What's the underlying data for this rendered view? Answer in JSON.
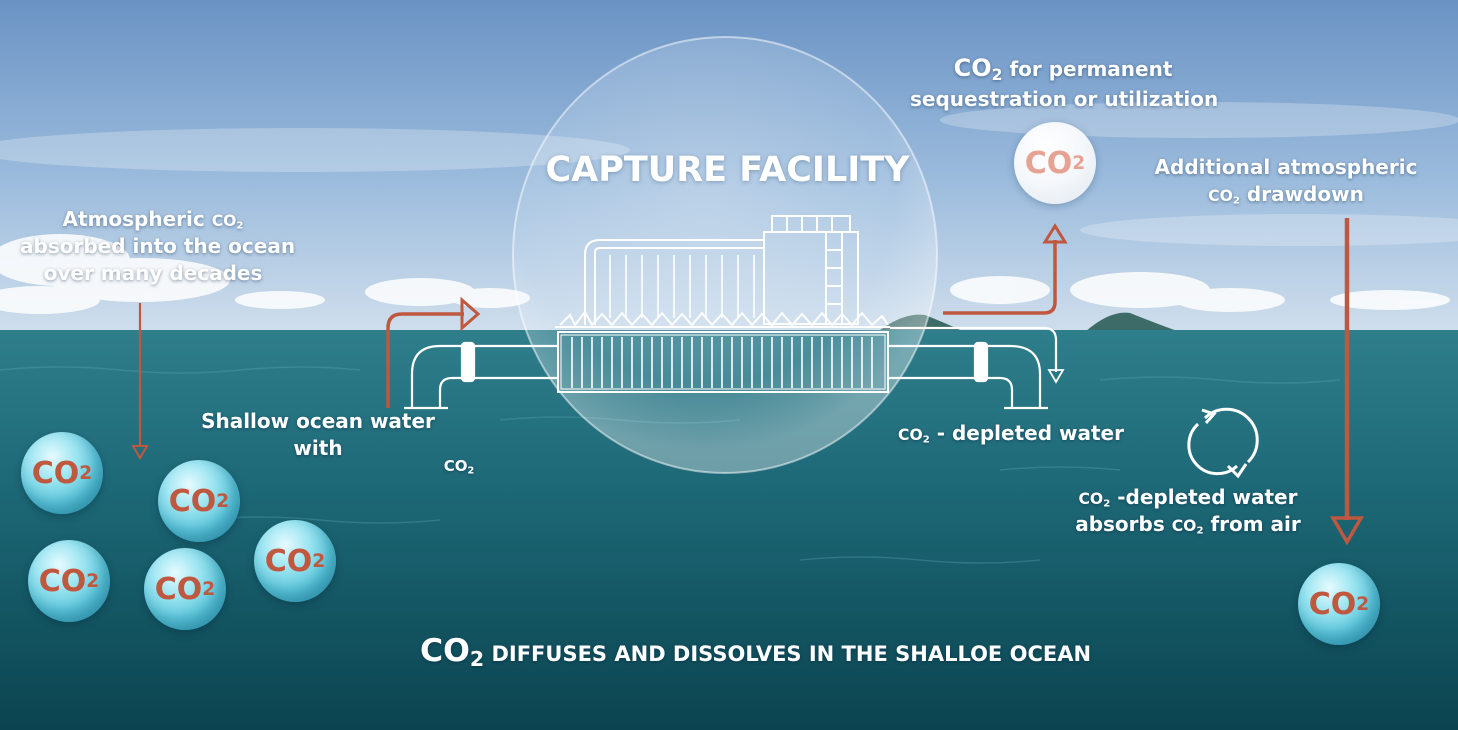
{
  "facility": {
    "title": "CAPTURE FACILITY"
  },
  "labels": {
    "atmospheric_line1": "Atmospheric",
    "atmospheric_line2": "absorbed into the ocean",
    "atmospheric_line3": "over many decades",
    "shallow_line1": "Shallow ocean water",
    "shallow_line2": "with",
    "depleted_water": "- depleted water",
    "sequestration_line1": "for permanent",
    "sequestration_line2": "sequestration or utilization",
    "drawdown_line1": "Additional atmospheric",
    "drawdown_line2": "drawdown",
    "absorbs_line1": "-depleted water",
    "absorbs_line2a": "absorbs",
    "absorbs_line2b": "from air",
    "bottom_caption": "DIFFUSES AND DISSOLVES IN THE SHALLOE OCEAN"
  },
  "chem": {
    "co": "CO",
    "sub": "2"
  },
  "colors": {
    "arrow": "#c0573f",
    "label": "#ffffff",
    "sky_top": "#6a93c4",
    "sea_top": "#2f7e8c",
    "sea_bottom": "#0b4450"
  },
  "icons": [
    "co2-bubble-icon",
    "cycle-arrows-icon",
    "facility-icon",
    "pipe-icon"
  ]
}
